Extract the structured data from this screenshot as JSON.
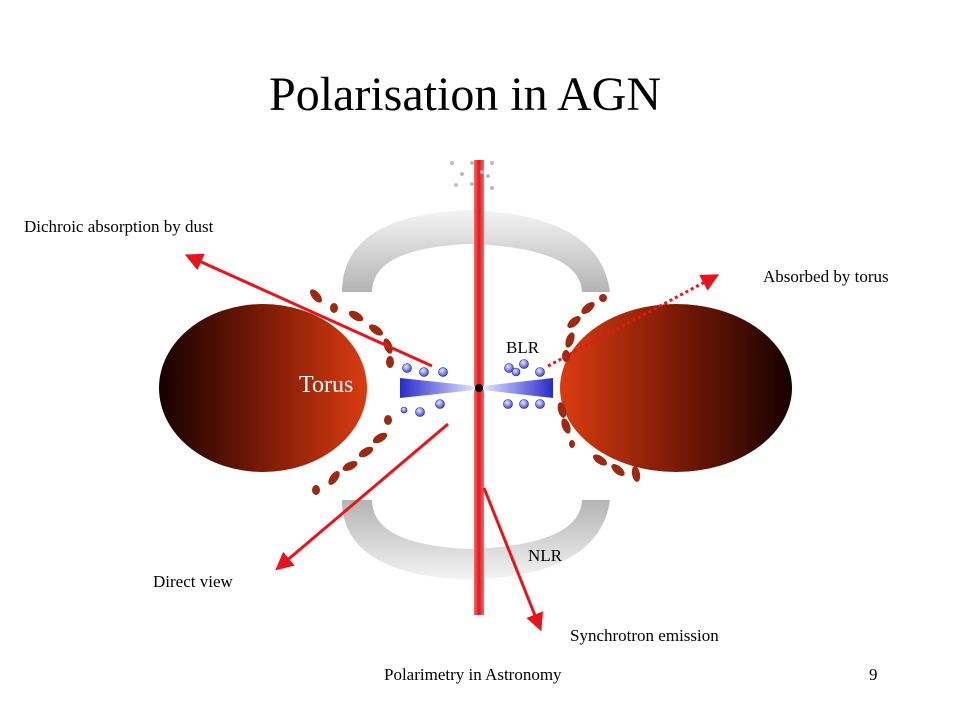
{
  "slide": {
    "title": "Polarisation in AGN",
    "footer": "Polarimetry in Astronomy",
    "page_number": "9"
  },
  "labels": {
    "dichroic": "Dichroic absorption by dust",
    "absorbed": "Absorbed by torus",
    "blr": "BLR",
    "torus": "Torus",
    "nlr": "NLR",
    "direct": "Direct view",
    "synchrotron": "Synchrotron emission"
  },
  "colors": {
    "arrow": "#e8141c",
    "torus_inner": "#d63a10",
    "torus_outer": "#1a0200",
    "blr_cloud": "#3a3ad0",
    "dust_blob": "#9a2a10",
    "nlr_cone": "#b8b8b8"
  }
}
